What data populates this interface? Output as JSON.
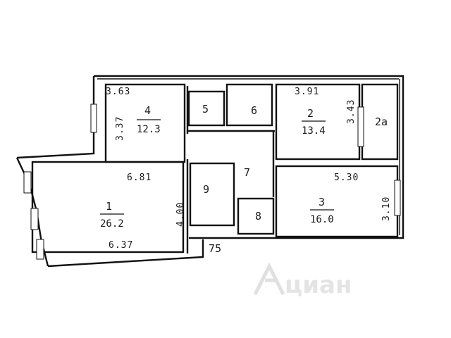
{
  "rooms": [
    {
      "id": "r1",
      "number": "1",
      "area": "26.2"
    },
    {
      "id": "r2",
      "number": "2",
      "area": "13.4"
    },
    {
      "id": "r2a",
      "number": "2a"
    },
    {
      "id": "r3",
      "number": "3",
      "area": "16.0"
    },
    {
      "id": "r4",
      "number": "4",
      "area": "12.3"
    },
    {
      "id": "r5",
      "number": "5"
    },
    {
      "id": "r6",
      "number": "6"
    },
    {
      "id": "r7",
      "number": "7"
    },
    {
      "id": "r8",
      "number": "8"
    },
    {
      "id": "r9",
      "number": "9"
    }
  ],
  "dimensions": {
    "room4_width": "3.63",
    "room4_depth": "3.37",
    "room1_width_top": "6.81",
    "room1_width_bottom": "6.37",
    "room1_depth": "4.00",
    "room2_width": "3.91",
    "room2_depth": "3.43",
    "room3_width": "5.30",
    "room3_depth": "3.10",
    "entrance": "75"
  },
  "watermark": {
    "text": "циан",
    "icon": "cian-logo-icon"
  }
}
